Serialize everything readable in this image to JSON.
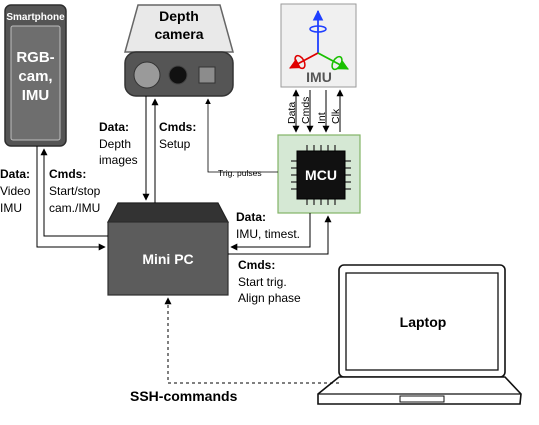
{
  "colors": {
    "device_dark": "#555555",
    "mini_pc": "#5c5c5c",
    "mcu_fill": "#d5e8d4",
    "mcu_stroke": "#82b366",
    "axis_blue": "#1f3fff",
    "axis_red": "#e00000",
    "axis_green": "#19c000"
  },
  "icons": {
    "phone": "smartphone-icon",
    "camera": "depth-camera-icon",
    "imu": "imu-axes-icon",
    "chip": "mcu-chip-icon",
    "pc": "mini-pc-icon",
    "laptop": "laptop-icon"
  },
  "nodes": {
    "smartphone": {
      "title": "Smartphone",
      "line1": "RGB-",
      "line2": "cam,",
      "line3": "IMU"
    },
    "depth_camera": {
      "line1": "Depth",
      "line2": "camera"
    },
    "imu": {
      "label": "IMU"
    },
    "mcu": {
      "label": "MCU"
    },
    "mini_pc": {
      "label": "Mini PC"
    },
    "laptop": {
      "label": "Laptop"
    }
  },
  "edges": {
    "phone_data": {
      "head": "Data:",
      "line1": "Video",
      "line2": "IMU"
    },
    "phone_cmds": {
      "head": "Cmds:",
      "line1": "Start/stop",
      "line2": "cam./IMU"
    },
    "cam_data": {
      "head": "Data:",
      "line1": "Depth",
      "line2": "images"
    },
    "cam_cmds": {
      "head": "Cmds:",
      "line1": "Setup"
    },
    "trig": {
      "label": "Trig. pulses"
    },
    "imu_bus": [
      "Data",
      "Cmds",
      "Int",
      "Clk"
    ],
    "mcu_data": {
      "head": "Data:",
      "line1": "IMU, timest."
    },
    "mcu_cmds": {
      "head": "Cmds:",
      "line1": "Start trig.",
      "line2": "Align phase"
    },
    "ssh": {
      "label": "SSH-commands"
    }
  }
}
